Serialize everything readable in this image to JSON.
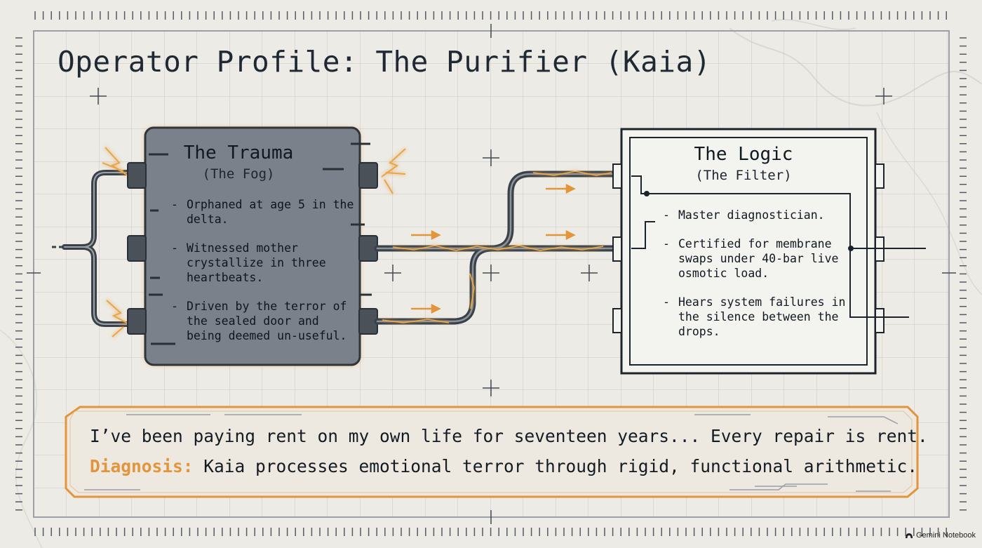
{
  "page_title": "Operator Profile: The Purifier (Kaia)",
  "trauma": {
    "title": "The Trauma",
    "subtitle": "(The Fog)",
    "items": [
      "Orphaned at age 5 in the delta.",
      "Witnessed mother crystallize in three heartbeats.",
      "Driven by the terror of the sealed door and being deemed un-useful."
    ]
  },
  "logic": {
    "title": "The Logic",
    "subtitle": "(The Filter)",
    "items": [
      "Master diagnostician.",
      "Certified for membrane swaps under 40-bar live osmotic load.",
      "Hears system failures in the silence between the drops."
    ]
  },
  "callout": {
    "quote": "I’ve been paying rent on my own life for seventeen years... Every repair is rent.",
    "diagnosis_label": "Diagnosis:",
    "diagnosis_text": "Kaia processes emotional terror through rigid, functional arithmetic."
  },
  "brand": {
    "icon": "gemini-notebook-icon",
    "label": "Gemini Notebook"
  },
  "colors": {
    "background": "#ecebe6",
    "grid": "#c9ccce",
    "trauma_box": "#7a818b",
    "accent_orange": "#e2953b",
    "pipe": "#3b4149",
    "ink": "#1d2430"
  }
}
